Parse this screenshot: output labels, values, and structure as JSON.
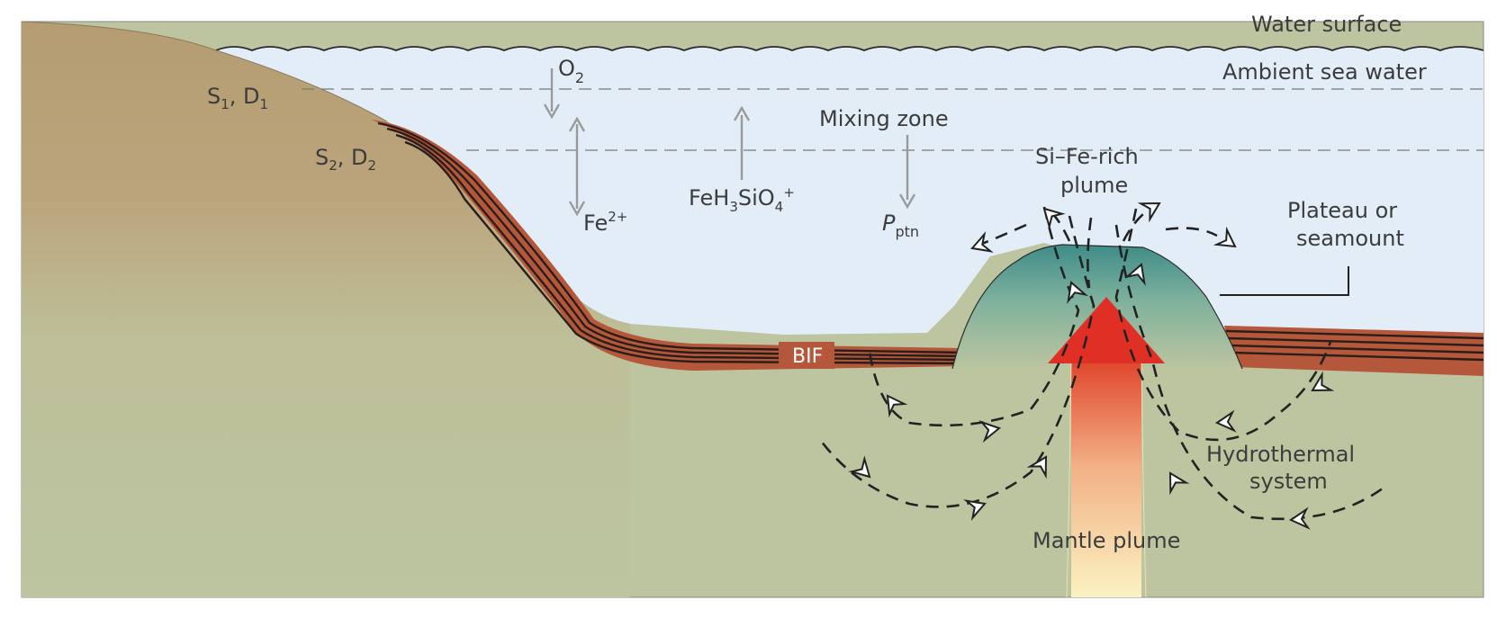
{
  "labels": {
    "water_surface": "Water surface",
    "ambient_sea_water": "Ambient sea water",
    "o2_main": "O",
    "o2_sub": "2",
    "s1d1": {
      "s": "S",
      "s_sub": "1",
      "mid": ", D",
      "d_sub": "1"
    },
    "s2d2": {
      "s": "S",
      "s_sub": "2",
      "mid": ", D",
      "d_sub": "2"
    },
    "mixing_zone": "Mixing zone",
    "si_fe_rich_1": "Si–Fe-rich",
    "si_fe_rich_2": "plume",
    "fe2": {
      "main": "Fe",
      "sup": "2+"
    },
    "feh3sio4": {
      "a": "FeH",
      "a_sub": "3",
      "b": "SiO",
      "b_sub": "4",
      "sup": "+"
    },
    "pptn": {
      "main": "P",
      "sub": "ptn"
    },
    "plateau_1": "Plateau or",
    "plateau_2": "seamount",
    "bif": "BIF",
    "hydrothermal_1": "Hydrothermal",
    "hydrothermal_2": "system",
    "mantle_plume": "Mantle plume"
  },
  "colors": {
    "water": "#e3edf8",
    "sediment": "#bcc5a0",
    "land": "#b9a178",
    "bif": "#b5573a",
    "bif_band": "#2a1e1a",
    "seamount_top": "#3e8c88",
    "mantle_arrow_head": "#e03025",
    "mantle_stem_bottom": "#fbf2c2"
  }
}
